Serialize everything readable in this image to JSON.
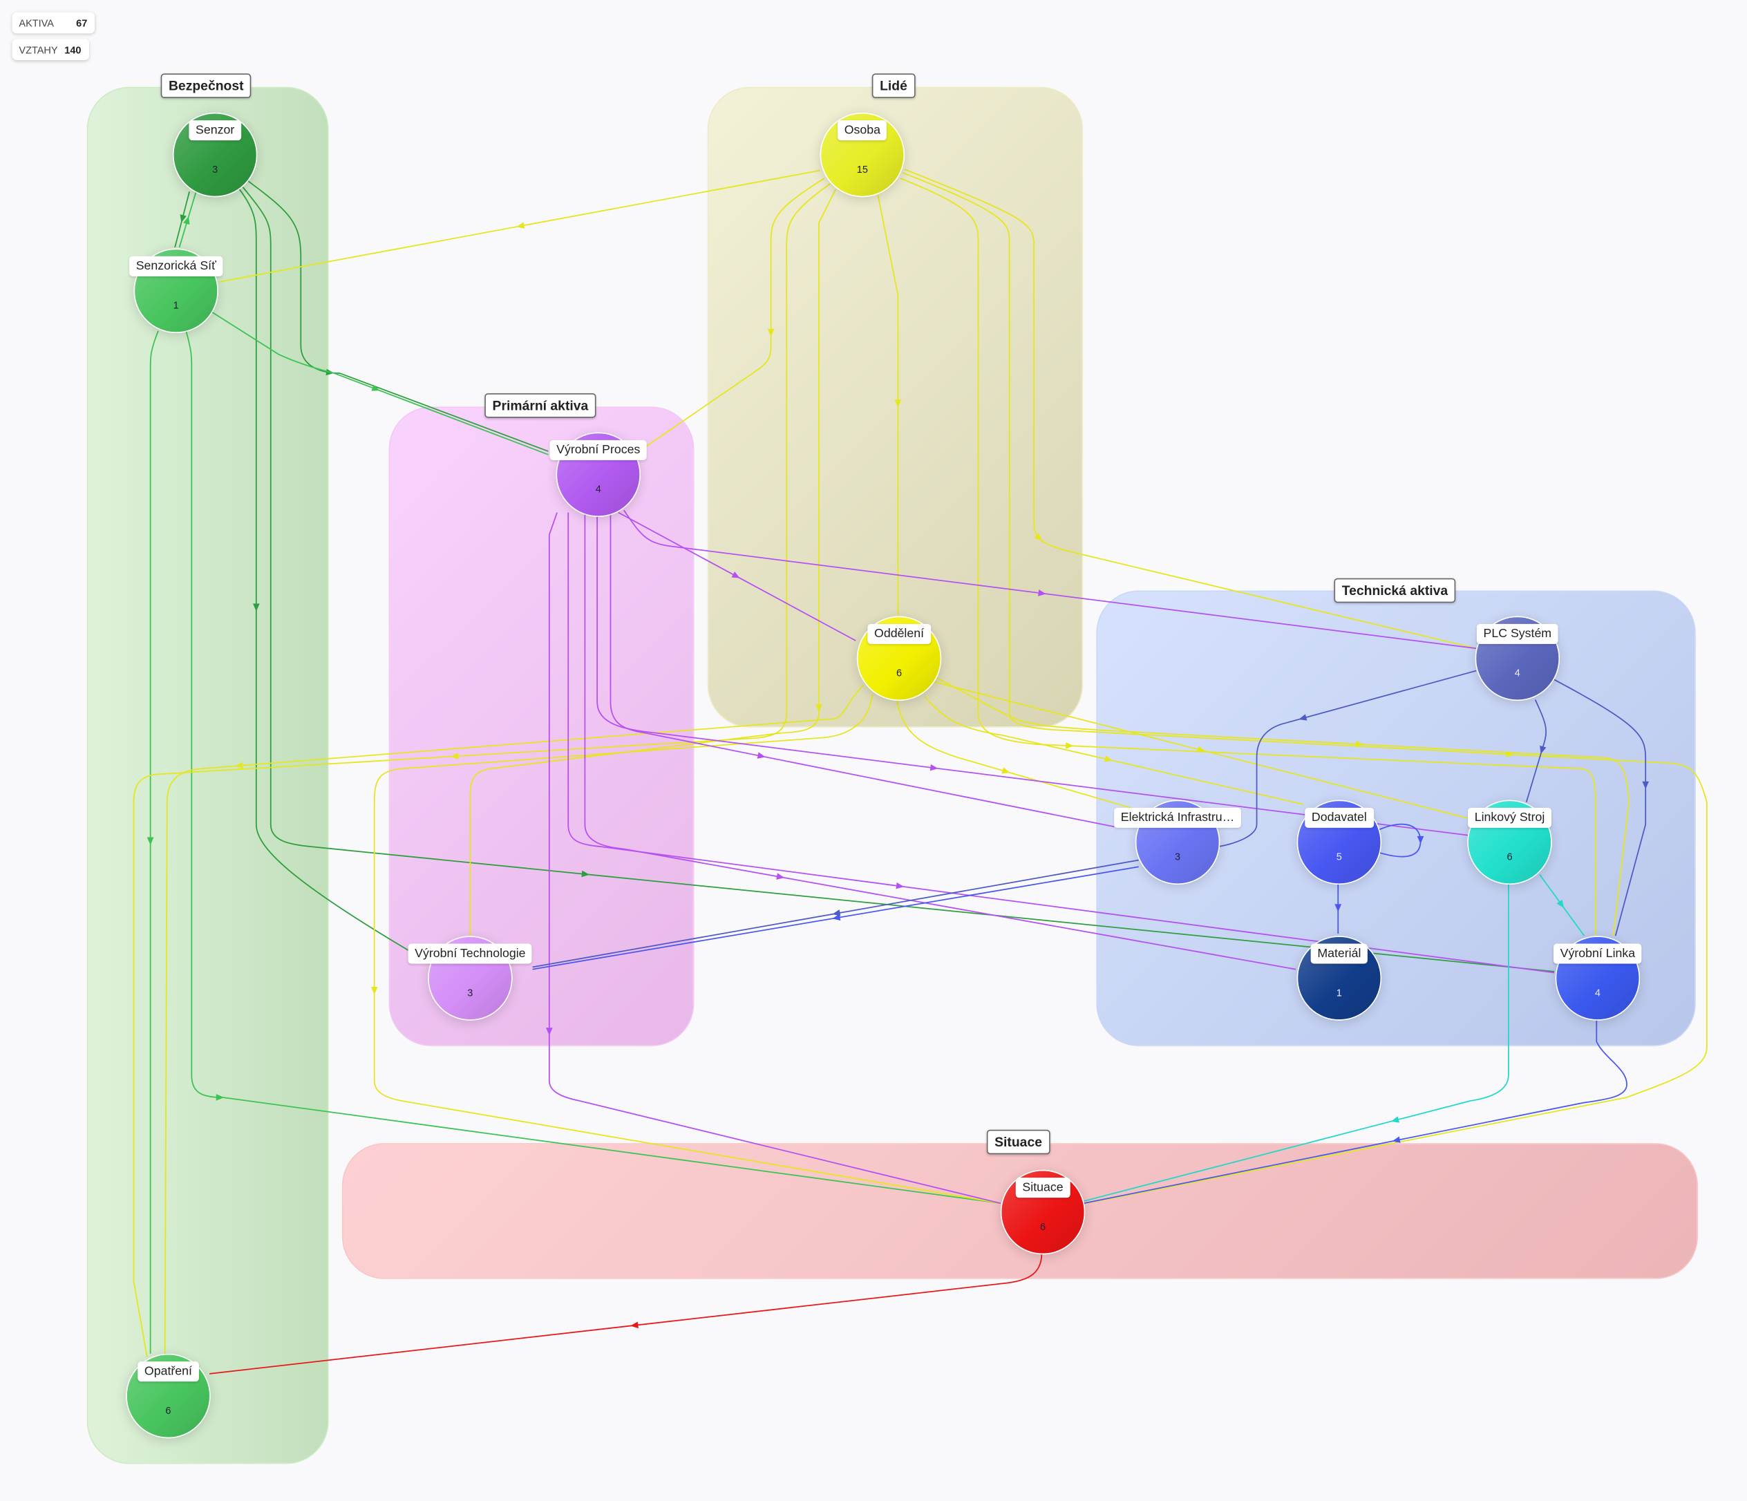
{
  "stats": [
    {
      "label": "AKTIVA",
      "value": "67"
    },
    {
      "label": "VZTAHY",
      "value": "140"
    }
  ],
  "groups": [
    {
      "id": "bezpecnost",
      "label": "Bezpečnost",
      "color": "#cdebc6"
    },
    {
      "id": "lide",
      "label": "Lidé",
      "color": "#ecebc6"
    },
    {
      "id": "primarni",
      "label": "Primární aktiva",
      "color": "#f2c6f5"
    },
    {
      "id": "technicka",
      "label": "Technická aktiva",
      "color": "#c9d6f6"
    },
    {
      "id": "situace",
      "label": "Situace",
      "color": "#f7c6c8"
    }
  ],
  "nodes": [
    {
      "id": "senzor",
      "label": "Senzor",
      "count": "3",
      "color": "#2f9a40"
    },
    {
      "id": "senzsit",
      "label": "Senzorická Síť",
      "count": "1",
      "color": "#48c55e"
    },
    {
      "id": "opatreni",
      "label": "Opatření",
      "count": "6",
      "color": "#48c55e"
    },
    {
      "id": "osoba",
      "label": "Osoba",
      "count": "15",
      "color": "#e6ed25"
    },
    {
      "id": "oddeleni",
      "label": "Oddělení",
      "count": "6",
      "color": "#f2f000"
    },
    {
      "id": "vproces",
      "label": "Výrobní Proces",
      "count": "4",
      "color": "#b15af0"
    },
    {
      "id": "vtech",
      "label": "Výrobní Technologie",
      "count": "3",
      "color": "#d48ef7"
    },
    {
      "id": "plc",
      "label": "PLC Systém",
      "count": "4",
      "color": "#5b67bd"
    },
    {
      "id": "elektr",
      "label": "Elektrická Infrastru…",
      "count": "3",
      "color": "#6a74f3"
    },
    {
      "id": "dodavatel",
      "label": "Dodavatel",
      "count": "5",
      "color": "#4857f2"
    },
    {
      "id": "linkovy",
      "label": "Linkový Stroj",
      "count": "6",
      "color": "#22e0cd"
    },
    {
      "id": "material",
      "label": "Materiál",
      "count": "1",
      "color": "#123d8a"
    },
    {
      "id": "vlinka",
      "label": "Výrobní Linka",
      "count": "4",
      "color": "#3a59ef"
    },
    {
      "id": "situace",
      "label": "Situace",
      "count": "6",
      "color": "#ec1414"
    }
  ]
}
